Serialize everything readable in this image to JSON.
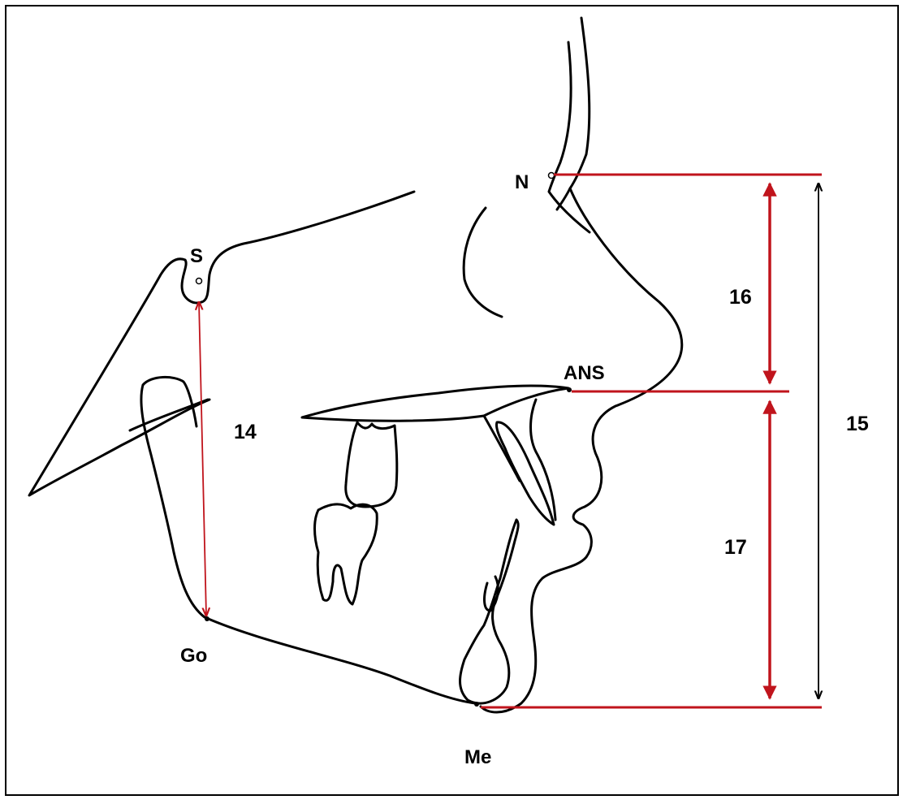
{
  "landmarks": {
    "n": "N",
    "s": "S",
    "ans": "ANS",
    "go": "Go",
    "me": "Me"
  },
  "measurements": {
    "m14": "14",
    "m15": "15",
    "m16": "16",
    "m17": "17"
  },
  "colors": {
    "measurement_red": "#c0141c",
    "outline_black": "#000000",
    "background": "#ffffff"
  }
}
